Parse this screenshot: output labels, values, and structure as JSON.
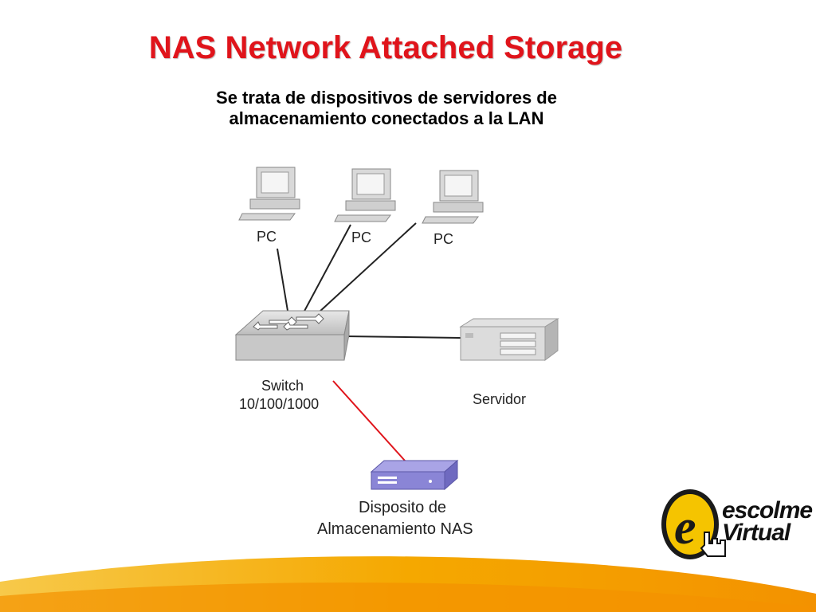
{
  "slide": {
    "title": "NAS Network Attached Storage",
    "title_color": "#e0141b",
    "subtitle_line1": "Se trata de dispositivos de servidores de",
    "subtitle_line2": "almacenamiento conectados a la LAN"
  },
  "diagram": {
    "nodes": [
      {
        "id": "pc1",
        "label": "PC",
        "icon": "computer-icon"
      },
      {
        "id": "pc2",
        "label": "PC",
        "icon": "computer-icon"
      },
      {
        "id": "pc3",
        "label": "PC",
        "icon": "computer-icon"
      },
      {
        "id": "switch",
        "label_line1": "Switch",
        "label_line2": "10/100/1000",
        "icon": "switch-icon"
      },
      {
        "id": "server",
        "label": "Servidor",
        "icon": "server-icon"
      },
      {
        "id": "nas",
        "label_line1": "Disposito de",
        "label_line2": "Almacenamiento NAS",
        "icon": "nas-device-icon"
      }
    ],
    "edges": [
      {
        "from": "pc1",
        "to": "switch",
        "color": "#222222"
      },
      {
        "from": "pc2",
        "to": "switch",
        "color": "#222222"
      },
      {
        "from": "pc3",
        "to": "switch",
        "color": "#222222"
      },
      {
        "from": "switch",
        "to": "server",
        "color": "#222222"
      },
      {
        "from": "switch",
        "to": "nas",
        "color": "#e0141b"
      }
    ]
  },
  "logo": {
    "line1": "escolme",
    "line2": "Virtual",
    "accent": "#f5c400"
  },
  "colors": {
    "footer_wave": "#f5a800",
    "nas_device": "#8a85d6"
  }
}
